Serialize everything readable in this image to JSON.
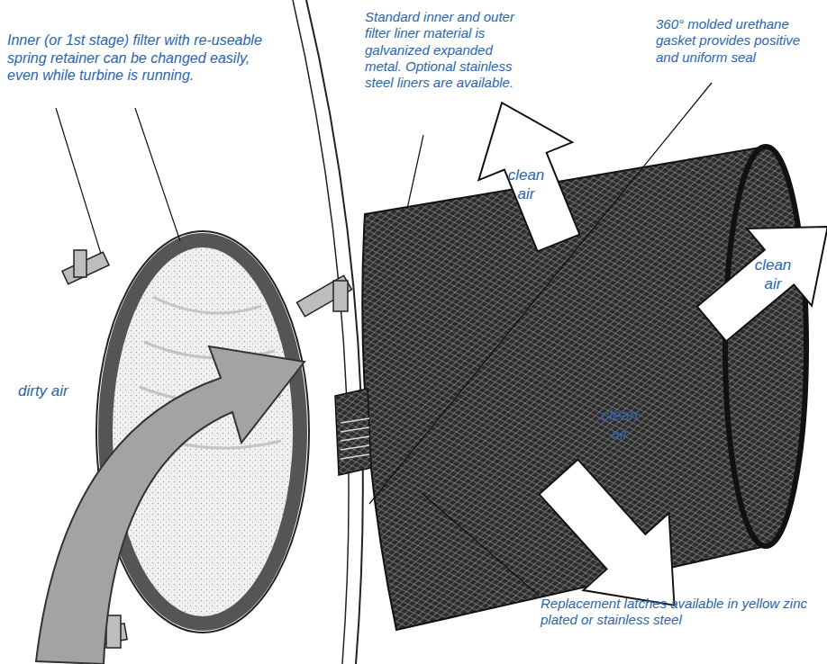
{
  "diagram": {
    "labels": [
      "Inner (or 1st stage) filter with re-useable spring retainer can be changed easily, even while turbine is running.",
      "Standard inner and outer filter liner material is galvanized expanded metal. Optional stainless steel liners are available.",
      "360° molded urethane gasket provides positive and uniform seal",
      "clean air",
      "clean air",
      "dirty air",
      "clean air",
      "Replacement latches available in yellow zinc plated or stainless steel"
    ]
  }
}
